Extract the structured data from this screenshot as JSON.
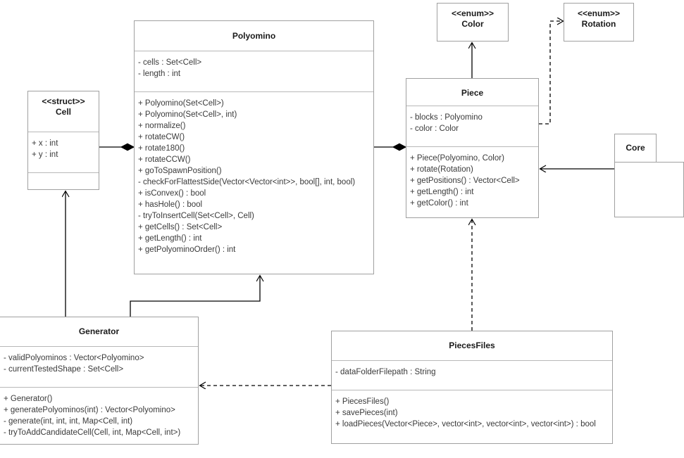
{
  "diagram": {
    "kind": "uml-class-diagram",
    "background": "#ffffff",
    "line_color": "#000000",
    "box_border_color": "#a0a0a0",
    "text_color": "#3a3a3a"
  },
  "classes": {
    "cell": {
      "stereotype": "<<struct>>",
      "name": "Cell",
      "attributes": [
        "+ x : int",
        "+ y : int"
      ],
      "operations": []
    },
    "polyomino": {
      "stereotype": "",
      "name": "Polyomino",
      "attributes": [
        "- cells : Set<Cell>",
        "- length : int"
      ],
      "operations": [
        "+ Polyomino(Set<Cell>)",
        "+ Polyomino(Set<Cell>, int)",
        "+ normalize()",
        "+ rotateCW()",
        "+ rotate180()",
        "+ rotateCCW()",
        "+ goToSpawnPosition()",
        "- checkForFlattestSide(Vector<Vector<int>>, bool[], int, bool)",
        "+ isConvex() : bool",
        "+ hasHole() : bool",
        "- tryToInsertCell(Set<Cell>, Cell)",
        "+ getCells() : Set<Cell>",
        "+ getLength() : int",
        "+ getPolyominoOrder() : int"
      ]
    },
    "color": {
      "stereotype": "<<enum>>",
      "name": "Color",
      "attributes": [],
      "operations": []
    },
    "rotation": {
      "stereotype": "<<enum>>",
      "name": "Rotation",
      "attributes": [],
      "operations": []
    },
    "piece": {
      "stereotype": "",
      "name": "Piece",
      "attributes": [
        "- blocks : Polyomino",
        "- color : Color"
      ],
      "operations": [
        "+ Piece(Polyomino, Color)",
        "+ rotate(Rotation)",
        "+ getPositions() : Vector<Cell>",
        "+ getLength() : int",
        "+ getColor() : int"
      ]
    },
    "core": {
      "stereotype": "",
      "name": "Core",
      "attributes": [],
      "operations": []
    },
    "generator": {
      "stereotype": "",
      "name": "Generator",
      "attributes": [
        "- validPolyominos : Vector<Polyomino>",
        "- currentTestedShape : Set<Cell>"
      ],
      "operations": [
        "+ Generator()",
        "+ generatePolyominos(int) : Vector<Polyomino>",
        "- generate(int, int, int, Map<Cell, int)",
        "- tryToAddCandidateCell(Cell, int, Map<Cell, int>)"
      ]
    },
    "piecesfiles": {
      "stereotype": "",
      "name": "PiecesFiles",
      "attributes": [
        "- dataFolderFilepath : String"
      ],
      "operations": [
        "+ PiecesFiles()",
        "+ savePieces(int)",
        "+ loadPieces(Vector<Piece>, vector<int>, vector<int>, vector<int>) : bool"
      ]
    }
  },
  "relations": [
    {
      "name": "cell-composed-in-polyomino",
      "type": "composition",
      "from": "Cell",
      "to": "Polyomino",
      "style": "solid",
      "end_marker": "filled-diamond"
    },
    {
      "name": "polyomino-composed-in-piece",
      "type": "composition",
      "from": "Polyomino",
      "to": "Piece",
      "style": "solid",
      "end_marker": "filled-diamond"
    },
    {
      "name": "generator-uses-cell",
      "type": "association",
      "from": "Generator",
      "to": "Cell",
      "style": "solid",
      "end_marker": "open-arrow"
    },
    {
      "name": "generator-uses-polyomino",
      "type": "association",
      "from": "Generator",
      "to": "Polyomino",
      "style": "solid",
      "end_marker": "open-arrow"
    },
    {
      "name": "piecesfiles-depends-on-piece",
      "type": "dependency",
      "from": "PiecesFiles",
      "to": "Piece",
      "style": "dashed",
      "end_marker": "open-arrow"
    },
    {
      "name": "piecesfiles-depends-on-generator",
      "type": "dependency",
      "from": "PiecesFiles",
      "to": "Generator",
      "style": "dashed",
      "end_marker": "open-arrow"
    },
    {
      "name": "piece-depends-on-rotation",
      "type": "dependency",
      "from": "Piece",
      "to": "Rotation",
      "style": "dashed",
      "end_marker": "open-arrow"
    },
    {
      "name": "piece-uses-color",
      "type": "association",
      "from": "Piece",
      "to": "Color",
      "style": "solid",
      "end_marker": "open-arrow"
    },
    {
      "name": "core-uses-piece",
      "type": "association",
      "from": "Core",
      "to": "Piece",
      "style": "solid",
      "end_marker": "open-arrow"
    }
  ]
}
